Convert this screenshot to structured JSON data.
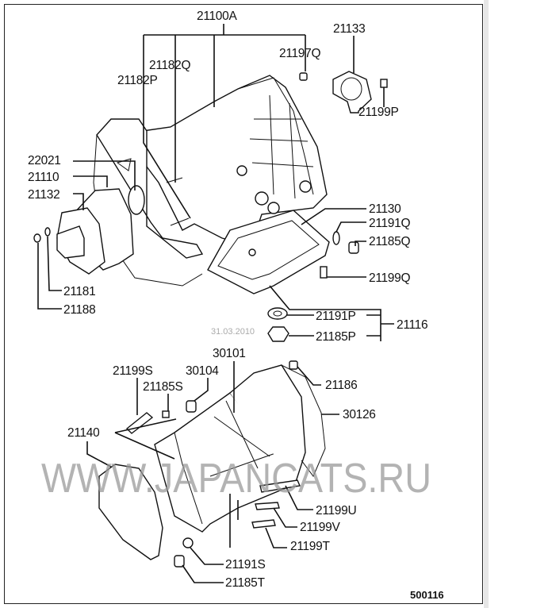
{
  "diagram": {
    "labels": {
      "l21100A": "21100A",
      "l21133": "21133",
      "l21197Q": "21197Q",
      "l21182Q": "21182Q",
      "l21182P": "21182P",
      "l21199P": "21199P",
      "l22021": "22021",
      "l21110": "21110",
      "l21132": "21132",
      "l21130": "21130",
      "l21191Q": "21191Q",
      "l21185Q": "21185Q",
      "l21199Q": "21199Q",
      "l21181": "21181",
      "l21188": "21188",
      "l21191P": "21191P",
      "l21116": "21116",
      "l21185P": "21185P",
      "l30101": "30101",
      "l21199S": "21199S",
      "l30104": "30104",
      "l21185S": "21185S",
      "l21186": "21186",
      "l30126": "30126",
      "l21140": "21140",
      "l21199U": "21199U",
      "l21199V": "21199V",
      "l21199T": "21199T",
      "l21191S": "21191S",
      "l21185T": "21185T"
    },
    "watermark": "WWW.JAPANCATS.RU",
    "date": "31.03.2010",
    "diagram_code": "500116"
  }
}
